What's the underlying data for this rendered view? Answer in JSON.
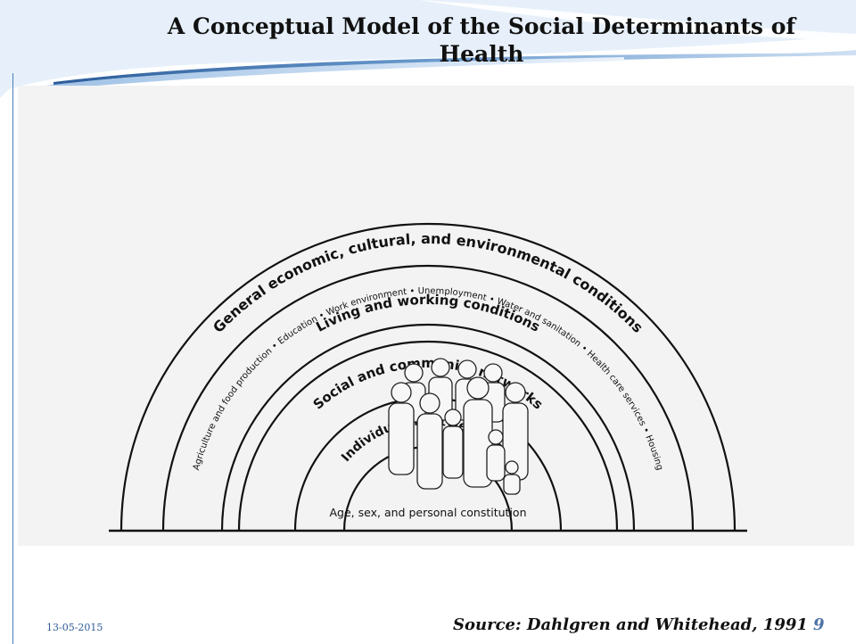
{
  "slide": {
    "title": "A Conceptual Model of the Social Determinants of Health",
    "date": "13-05-2015",
    "source": "Source: Dahlgren and Whitehead, 1991",
    "page_number": "9"
  },
  "diagram": {
    "layers": [
      {
        "label": "General economic, cultural, and environmental conditions"
      },
      {
        "label": "Living and working conditions"
      },
      {
        "label": "Social and community networks"
      },
      {
        "label": "Individual lifestyle factors"
      }
    ],
    "living_working_items": "Agriculture and food production • Education • Work environment • Unemployment • Water and sanitation • Health care services • Housing",
    "core_label": "Age, sex, and personal constitution"
  }
}
